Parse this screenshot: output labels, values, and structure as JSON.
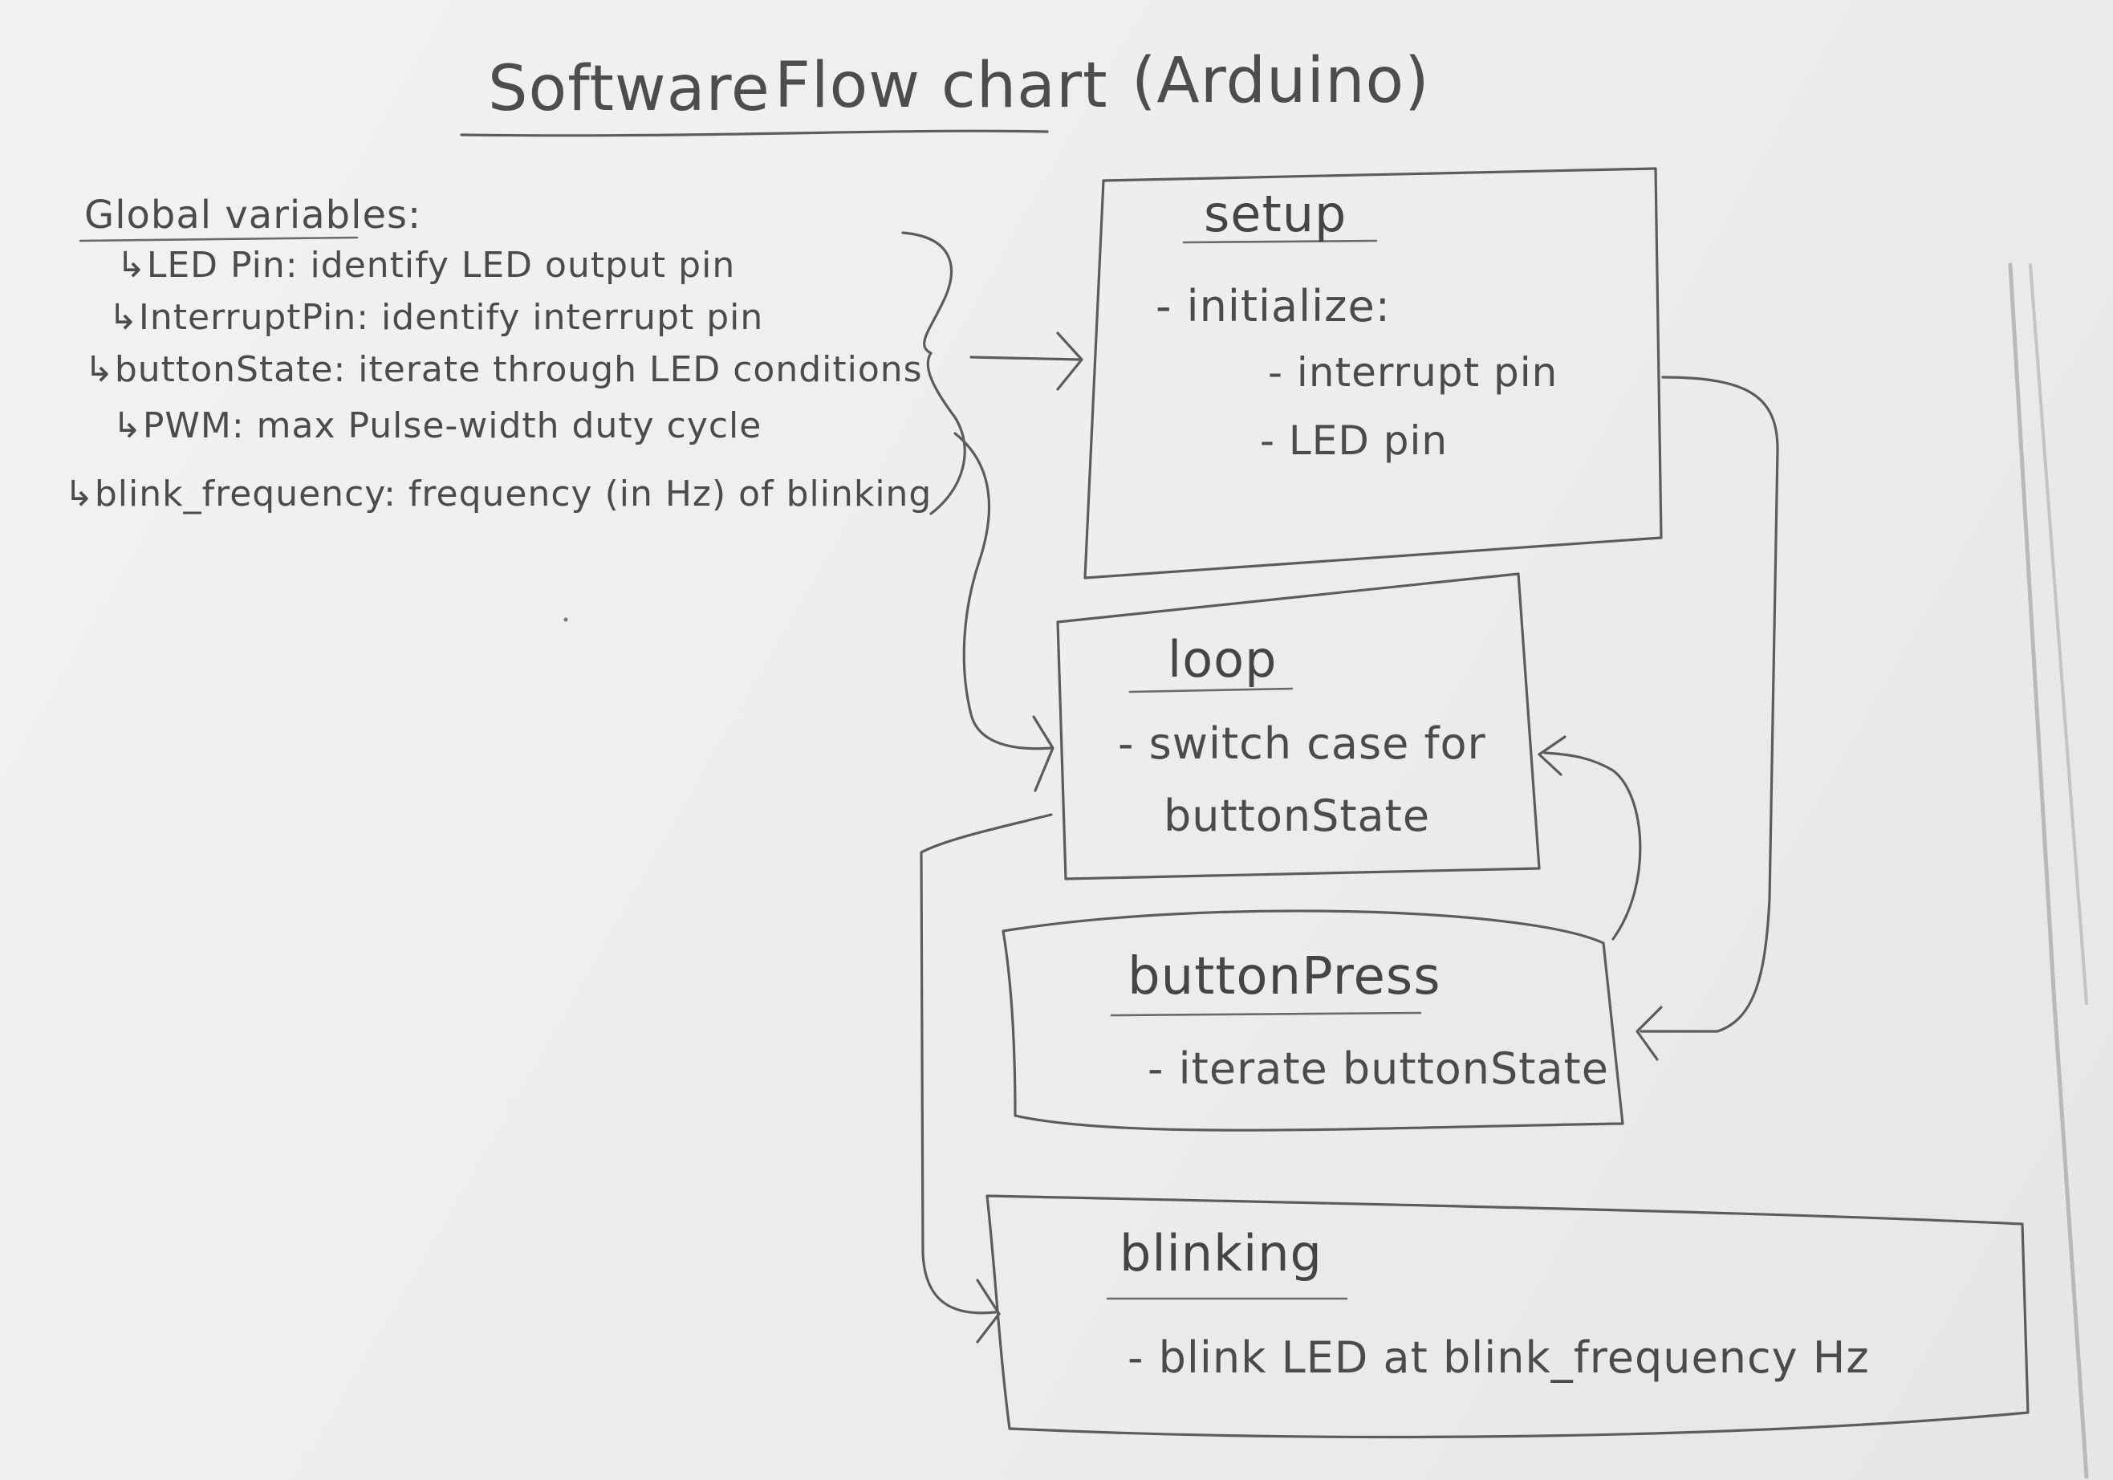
{
  "title": {
    "main": "Software",
    "flow": "Flow chart",
    "paren": "(Arduino)"
  },
  "globals": {
    "heading": "Global variables:",
    "items": [
      "↳LED Pin: identify LED output pin",
      "↳InterruptPin: identify interrupt pin",
      "↳buttonState: iterate through LED conditions",
      "↳PWM: max Pulse-width duty cycle",
      "↳blink_frequency: frequency (in Hz) of blinking"
    ]
  },
  "setup": {
    "title": "setup",
    "lines": [
      "- initialize:",
      "- interrupt pin",
      "- LED pin"
    ]
  },
  "loop": {
    "title": "loop",
    "lines": [
      "- switch case for",
      "buttonState"
    ]
  },
  "buttonPress": {
    "title": "buttonPress",
    "lines": [
      "- iterate buttonState"
    ]
  },
  "blinking": {
    "title": "blinking",
    "lines": [
      "- blink LED at blink_frequency Hz"
    ]
  }
}
